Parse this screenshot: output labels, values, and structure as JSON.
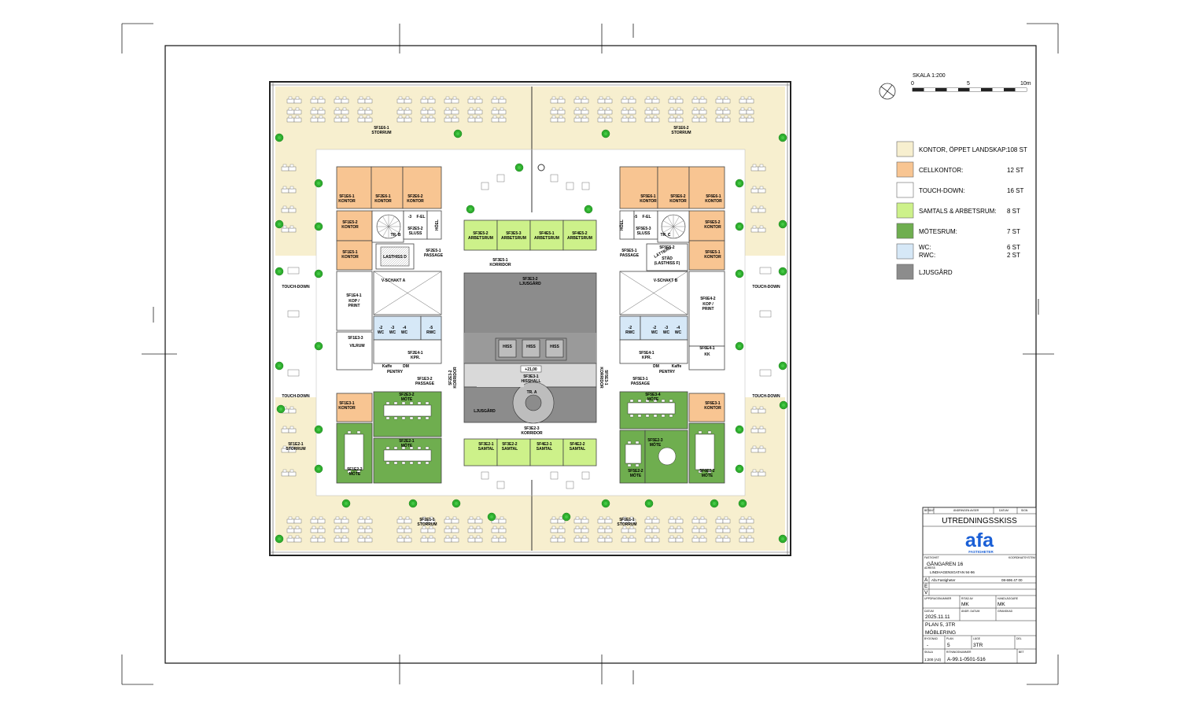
{
  "scale": {
    "title": "SKALA 1:200",
    "ticks": [
      "0",
      "5",
      "10m"
    ]
  },
  "legend": [
    {
      "label": "KONTOR, ÖPPET LANDSKAP:",
      "count": "108 ST",
      "color": "#f7efcf"
    },
    {
      "label": "CELLKONTOR:",
      "count": "12 ST",
      "color": "#f8c592"
    },
    {
      "label": "TOUCH-DOWN:",
      "count": "16 ST",
      "color": "#ffffff"
    },
    {
      "label": "SAMTALS & ARBETSRUM:",
      "count": "8 ST",
      "color": "#cdf18a"
    },
    {
      "label": "MÖTESRUM:",
      "count": "7 ST",
      "color": "#6fae4f"
    },
    {
      "label": "WC:",
      "count": "6 ST",
      "label2": "RWC:",
      "count2": "2 ST",
      "color": "#d6e8f7"
    },
    {
      "label": "LJUSGÅRD",
      "count": "",
      "color": "#8c8c8c"
    }
  ],
  "rooms": {
    "storrum_nw": [
      "5F1E6-1",
      "STORRUM"
    ],
    "storrum_ne": [
      "5F1E6-2",
      "STORRUM"
    ],
    "storrum_sw": [
      "5F1E1-1",
      "STORRUM"
    ],
    "storrum_se": [
      "5F1E1-1",
      "STORRUM"
    ],
    "storrum_w": [
      "5F1E2-1",
      "STORRUM"
    ],
    "kontor_w1": [
      "5F1E6-1",
      "KONTOR"
    ],
    "kontor_w2": [
      "5F2E6-1",
      "KONTOR"
    ],
    "kontor_w3": [
      "5F2E6-2",
      "KONTOR"
    ],
    "kontor_w4": [
      "5F1E5-2",
      "KONTOR"
    ],
    "kontor_w5": [
      "5F1E5-1",
      "KONTOR"
    ],
    "kontor_w6": [
      "5F1E3-1",
      "KONTOR"
    ],
    "kontor_e1": [
      "5F5E6-1",
      "KONTOR"
    ],
    "kontor_e2": [
      "5F5E6-2",
      "KONTOR"
    ],
    "kontor_e3": [
      "5F6E6-1",
      "KONTOR"
    ],
    "kontor_e4": [
      "5F6E5-2",
      "KONTOR"
    ],
    "kontor_e5": [
      "5F6E5-1",
      "KONTOR"
    ],
    "kontor_e6": [
      "5F6E3-1",
      "KONTOR"
    ],
    "trapp_b": [
      "TR. B"
    ],
    "trapp_c": [
      "TR. C"
    ],
    "trapp_a": [
      "TR. A"
    ],
    "fel_w": [
      "-3",
      "F-EL"
    ],
    "fel_e": [
      "-5",
      "F-EL"
    ],
    "sluss_w": [
      "5F2E5-2",
      "SLUSS"
    ],
    "sluss_e": [
      "5F5E5-3",
      "SLUSS"
    ],
    "hoel_w": [
      "HÖEL"
    ],
    "hoel_e": [
      "HÖEL"
    ],
    "lasthiss_d": [
      "LASTHISS D"
    ],
    "passage_w": [
      "5F2E5-1",
      "PASSAGE"
    ],
    "passage_e": [
      "5F5E5-1",
      "PASSAGE"
    ],
    "lattbag": [
      "LÄTTBAG"
    ],
    "stad": [
      "5F5E5-2",
      "STÄD",
      "(LASTHISS F)"
    ],
    "arb_1": [
      "5F3E5-2",
      "ARBETSRUM"
    ],
    "arb_2": [
      "5F3E5-3",
      "ARBETSRUM"
    ],
    "arb_3": [
      "5F4E5-1",
      "ARBETSRUM"
    ],
    "arb_4": [
      "5F4E5-2",
      "ARBETSRUM"
    ],
    "korridor_n": [
      "5F3E5-1",
      "KORRIDOR"
    ],
    "ljusgard_n": [
      "5F3E3-2",
      "LJUSGÅRD"
    ],
    "ljusgard_s": [
      "LJUSGÅRD"
    ],
    "vschakt_a": [
      "V-SCHAKT A"
    ],
    "vschakt_b": [
      "V-SCHAKT B"
    ],
    "kop_w": [
      "5F1E4-1",
      "KOP /",
      "PRINT"
    ],
    "kop_e": [
      "5F6E4-2",
      "KOP /",
      "PRINT"
    ],
    "vilrum": [
      "5F1E3-3",
      "VILRUM"
    ],
    "kk_e": [
      "5F6E4-1",
      "KK"
    ],
    "kpr_w": [
      "5F2E4-1",
      "KPR."
    ],
    "kpr_e": [
      "5F5E4-1",
      "KPR."
    ],
    "pentry_w": [
      "Kaffe",
      "DM",
      "PENTRY"
    ],
    "pentry_e": [
      "Kaffe",
      "DM",
      "PENTRY"
    ],
    "wc_w": [
      "-2",
      "-3",
      "-4",
      "WC",
      "WC",
      "WC"
    ],
    "rwc_w": [
      "-5",
      "RWC"
    ],
    "wc_e": [
      "-2",
      "-3",
      "-4",
      "WC",
      "WC",
      "WC"
    ],
    "rwc_e": [
      "-2",
      "RWC"
    ],
    "hiss": [
      "HISS",
      "HISS",
      "HISS"
    ],
    "elev": [
      "+21,00"
    ],
    "hisshall": [
      "5F3E3-1",
      "HISSHALL"
    ],
    "korridor_w": [
      "5F2E3-2",
      "KORRIDOR"
    ],
    "korridor_e": [
      "5F5E3-1",
      "KORRIDOR"
    ],
    "passage_w2": [
      "5F1E3-2",
      "PASSAGE"
    ],
    "passage_e2": [
      "5F5E3-1",
      "PASSAGE"
    ],
    "korridor_s": [
      "5F3E2-3",
      "KORRIDOR"
    ],
    "mote_w1": [
      "5F2E3-2",
      "MÖTE"
    ],
    "mote_w2": [
      "5F2E2-1",
      "MÖTE"
    ],
    "mote_w3": [
      "5F1E2-2",
      "MÖTE"
    ],
    "mote_e1": [
      "5F5E3-4",
      "MÖTE"
    ],
    "mote_e2": [
      "5F5E2-3",
      "MÖTE"
    ],
    "mote_e3": [
      "5F5E2-2",
      "MÖTE"
    ],
    "mote_e4": [
      "5F6E2-2",
      "MÖTE"
    ],
    "samtal_1": [
      "5F3E2-1",
      "SAMTAL"
    ],
    "samtal_2": [
      "5F3E2-2",
      "SAMTAL"
    ],
    "samtal_3": [
      "5F4E2-1",
      "SAMTAL"
    ],
    "samtal_4": [
      "5F4E2-2",
      "SAMTAL"
    ],
    "touchdown_labels": [
      "TOUCH-DOWN",
      "TOUCH-DOWN",
      "TOUCH-DOWN",
      "TOUCH-DOWN"
    ]
  },
  "titleblock": {
    "header_cols": [
      "BET",
      "ANT",
      "ÄNDRINGEN AVSER",
      "DATUM",
      "SIGN"
    ],
    "heading": "UTREDNINGSSKISS",
    "logo": "afa",
    "logo_sub": "FASTIGHETER",
    "lbl_fastighet": "FASTIGHET",
    "lbl_koord": "KOORDINATSYSTEM",
    "property": "GÅNGAREN 16",
    "lbl_adress": "ADRESS",
    "address": "LINDHAGENSGATAN 94-96",
    "row_a_letter": "A",
    "row_a_name": "Afa Fastigheter",
    "row_a_phone": "08-696 47 00",
    "row_e_letter": "E",
    "row_v_letter": "V",
    "lbl_uppdrag": "UPPDRAGSNUMMER",
    "lbl_ritad": "RITAD AV",
    "ritad": "MK",
    "lbl_handlaggare": "HANDLÄGGARE",
    "handlaggare": "MK",
    "lbl_datum": "DATUM",
    "lbl_andr": "ÄNDR. DATUM",
    "lbl_granskad": "GRANSKAD",
    "date": "2025.11.11",
    "plan": "PLAN 5, 3TR",
    "mobl": "MÖBLERING",
    "lbl_byggnad": "BYGGNAD",
    "lbl_plan": "PLAN",
    "lbl_lage": "LÄGE",
    "lbl_del": "DEL",
    "byggnad": "-",
    "plan_no": "5",
    "lage": "3TR",
    "lbl_skala": "SKALA",
    "lbl_ritnr": "RITNINGSNUMMER",
    "lbl_bet": "BET",
    "skala": "1:200 (A3)",
    "ritnr": "A-99.1-0501-516"
  }
}
